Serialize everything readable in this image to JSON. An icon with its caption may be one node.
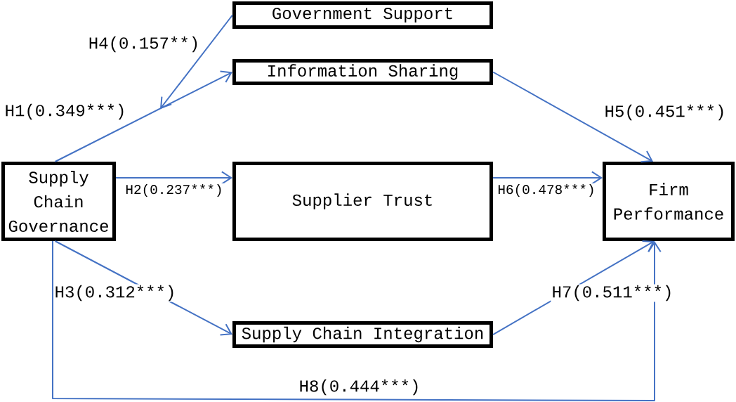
{
  "diagram": {
    "nodes": [
      {
        "text": [
          "Government Support"
        ]
      },
      {
        "text": [
          "Information Sharing"
        ]
      },
      {
        "text": [
          "Supply Chain Governance"
        ]
      },
      {
        "text": [
          "Supplier Trust"
        ]
      },
      {
        "text": [
          "Firm Performance"
        ]
      },
      {
        "text": [
          "Supply Chain Integration"
        ]
      }
    ],
    "edges": [
      {
        "from": 2,
        "to": 1,
        "arrow": "to",
        "label": "H1(0.349***)"
      },
      {
        "from": 2,
        "to": 3,
        "arrow": "to",
        "label": "H2(0.237***)"
      },
      {
        "from": 2,
        "to": 5,
        "arrow": "to",
        "label": "H3(0.312***)"
      },
      {
        "from": 0,
        "to": null,
        "arrow": "to",
        "label": "H4(0.157**)"
      },
      {
        "from": 1,
        "to": 4,
        "arrow": "to",
        "label": "H5(0.451***)"
      },
      {
        "from": 3,
        "to": 4,
        "arrow": "to",
        "label": "H6(0.478***)"
      },
      {
        "from": 5,
        "to": 4,
        "arrow": "to",
        "label": "H7(0.511***)"
      },
      {
        "from": 2,
        "to": 4,
        "arrow": "to",
        "label": "H8(0.444***)"
      }
    ]
  }
}
